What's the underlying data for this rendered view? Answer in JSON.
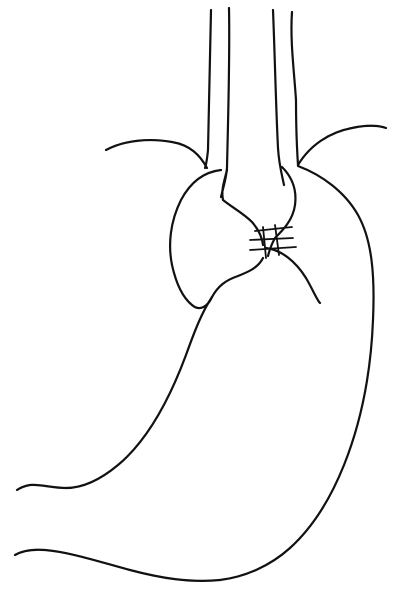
{
  "diagram": {
    "style": "line-drawing",
    "colors": {
      "background": "#ffffff",
      "ink": "#111111"
    },
    "parts": [
      "esophagus",
      "diaphragm",
      "gastric-wrap",
      "suture-stitches",
      "stomach"
    ],
    "suture_stitch_count": 3
  }
}
